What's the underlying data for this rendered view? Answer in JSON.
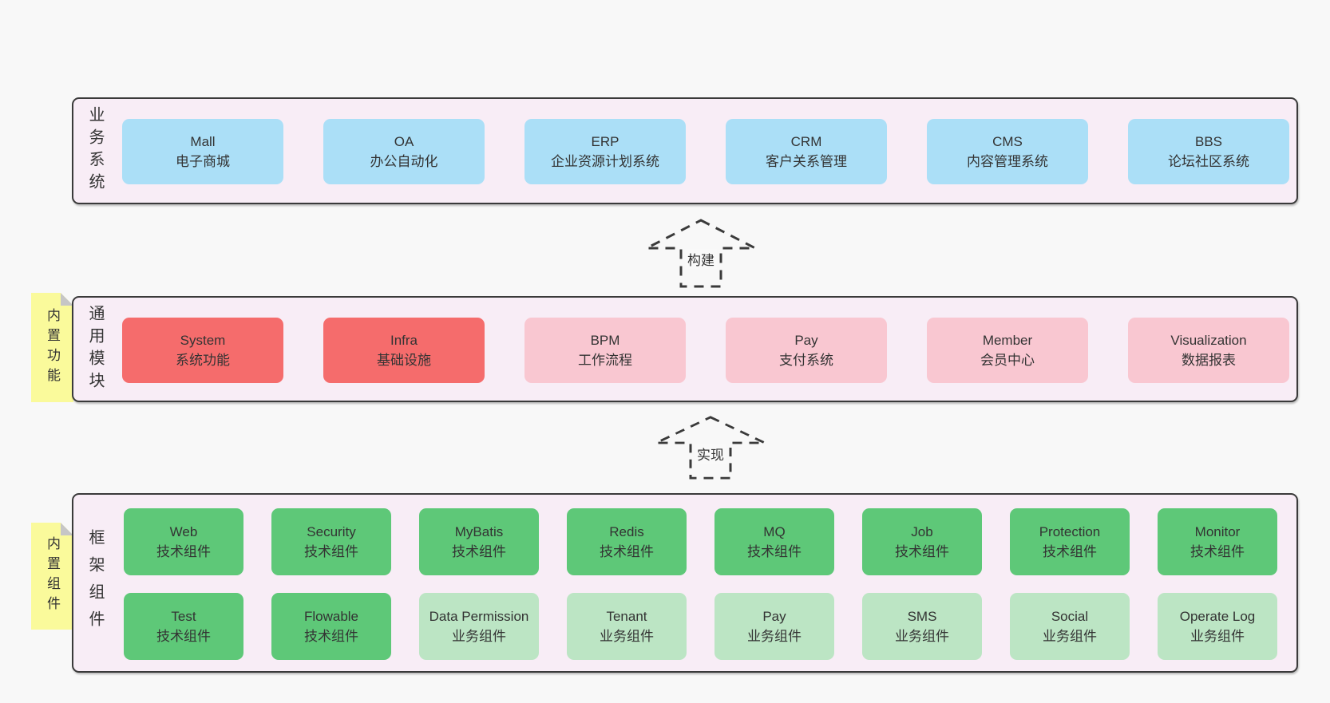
{
  "diagram": {
    "colors": {
      "page_bg": "#f8f8f8",
      "layer_bg": "#f8edf6",
      "layer_border": "#3a3a3a",
      "blue_box": "#abdff7",
      "red_box": "#f56c6c",
      "pink_box": "#f9c7d1",
      "green_box": "#5ec878",
      "light_green_box": "#bce5c4",
      "sticky_note": "#fafa9b",
      "note_fold": "#c6c6c6",
      "text": "#333333"
    },
    "arrows": [
      {
        "label": "构建"
      },
      {
        "label": "实现"
      }
    ],
    "layers": [
      {
        "title": "业务系统",
        "boxes": [
          {
            "name": "Mall",
            "desc": "电子商城"
          },
          {
            "name": "OA",
            "desc": "办公自动化"
          },
          {
            "name": "ERP",
            "desc": "企业资源计划系统"
          },
          {
            "name": "CRM",
            "desc": "客户关系管理"
          },
          {
            "name": "CMS",
            "desc": "内容管理系统"
          },
          {
            "name": "BBS",
            "desc": "论坛社区系统"
          }
        ]
      },
      {
        "title": "通用模块",
        "note": "内置功能",
        "boxes": [
          {
            "name": "System",
            "desc": "系统功能"
          },
          {
            "name": "Infra",
            "desc": "基础设施"
          },
          {
            "name": "BPM",
            "desc": "工作流程"
          },
          {
            "name": "Pay",
            "desc": "支付系统"
          },
          {
            "name": "Member",
            "desc": "会员中心"
          },
          {
            "name": "Visualization",
            "desc": "数据报表"
          }
        ]
      },
      {
        "title": "框架组件",
        "note": "内置组件",
        "rows": [
          [
            {
              "name": "Web",
              "desc": "技术组件"
            },
            {
              "name": "Security",
              "desc": "技术组件"
            },
            {
              "name": "MyBatis",
              "desc": "技术组件"
            },
            {
              "name": "Redis",
              "desc": "技术组件"
            },
            {
              "name": "MQ",
              "desc": "技术组件"
            },
            {
              "name": "Job",
              "desc": "技术组件"
            },
            {
              "name": "Protection",
              "desc": "技术组件"
            },
            {
              "name": "Monitor",
              "desc": "技术组件"
            }
          ],
          [
            {
              "name": "Test",
              "desc": "技术组件"
            },
            {
              "name": "Flowable",
              "desc": "技术组件"
            },
            {
              "name": "Data Permission",
              "desc": "业务组件"
            },
            {
              "name": "Tenant",
              "desc": "业务组件"
            },
            {
              "name": "Pay",
              "desc": "业务组件"
            },
            {
              "name": "SMS",
              "desc": "业务组件"
            },
            {
              "name": "Social",
              "desc": "业务组件"
            },
            {
              "name": "Operate Log",
              "desc": "业务组件"
            }
          ]
        ]
      }
    ]
  }
}
